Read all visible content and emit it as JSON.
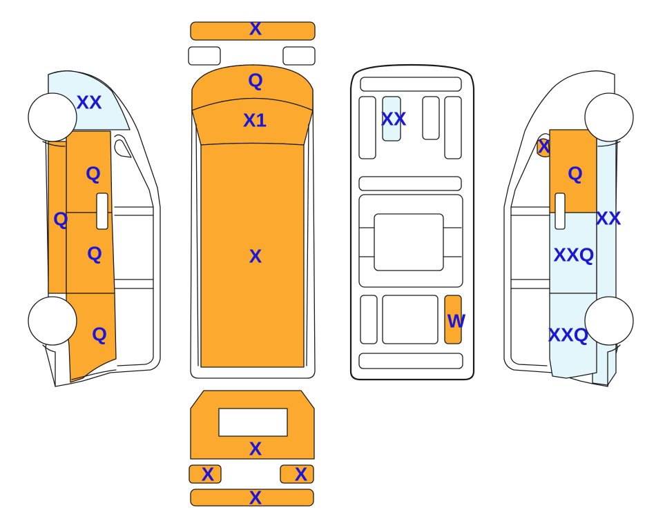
{
  "colors": {
    "damaged": "#FBA92F",
    "highlight": "#E2F6FC",
    "label": "#1c17d6",
    "outline": "#1a1a1a"
  },
  "labels": {
    "front_bumper": "X",
    "bonnet": "Q",
    "windscreen": "X1",
    "roof": "X",
    "underbody_seat": "XX",
    "underbody_panel": "W",
    "rear_door": "X",
    "rear_light_left": "X",
    "rear_light_right": "X",
    "rear_bumper": "X",
    "left_front_wing": "XX",
    "left_front_door": "Q",
    "left_sill": "Q",
    "left_side_middle": "Q",
    "left_side_rear": "Q",
    "right_mirror": "X",
    "right_front_door": "Q",
    "right_pillar": "XX",
    "right_side_middle": "XXQ",
    "right_side_rear": "XXQ"
  }
}
